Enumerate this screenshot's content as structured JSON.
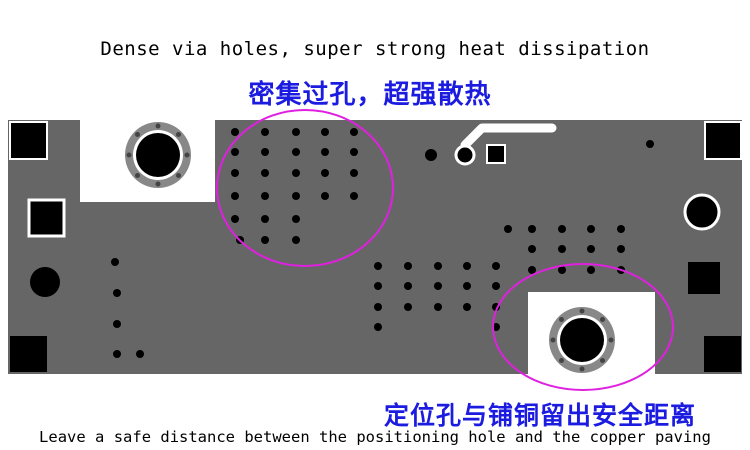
{
  "captions": {
    "top_en": "Dense via holes, super strong heat dissipation",
    "top_cn": "密集过孔，超强散热",
    "bottom_cn": "定位孔与铺铜留出安全距离",
    "bottom_en": "Leave a safe distance between the positioning hole and the copper paving"
  },
  "colors": {
    "board": "#666666",
    "pad": "#000000",
    "highlight_circle": "#e020e0",
    "caption_blue": "#1c1ce0",
    "trace": "#ffffff"
  }
}
